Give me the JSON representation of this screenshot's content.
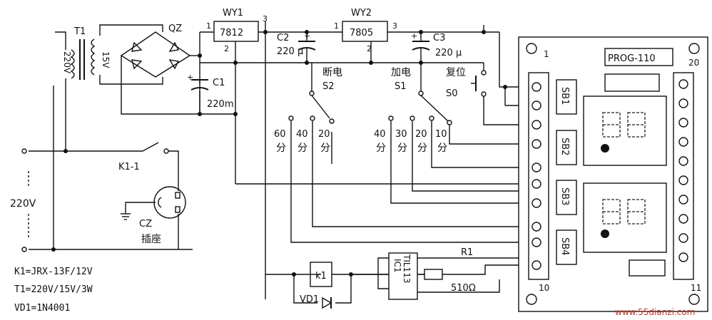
{
  "transformer": {
    "ref": "T1",
    "primary": "220V",
    "secondary": "15V"
  },
  "bridge": {
    "ref": "QZ"
  },
  "reg1": {
    "ref": "WY1",
    "part": "7812",
    "pin1": "1",
    "pin2": "2",
    "pin3": "3"
  },
  "reg2": {
    "ref": "WY2",
    "part": "7805",
    "pin1": "1",
    "pin2": "2",
    "pin3": "3"
  },
  "c1": {
    "ref": "C1",
    "value": "220m"
  },
  "c2": {
    "ref": "C2",
    "value": "220 μ"
  },
  "c3": {
    "ref": "C3",
    "value": "220 μ"
  },
  "s2": {
    "title": "断电",
    "ref": "S2",
    "opt1": "60",
    "opt2": "40",
    "opt3": "20",
    "unit": "分"
  },
  "s1": {
    "title": "加电",
    "ref": "S1",
    "opt1": "40",
    "opt2": "30",
    "opt3": "20",
    "opt4": "10",
    "unit": "分"
  },
  "s0": {
    "title": "复位",
    "ref": "S0"
  },
  "relay_contact": {
    "ref": "K1-1"
  },
  "mains": {
    "label": "220V"
  },
  "socket": {
    "ref": "CZ",
    "name": "插座"
  },
  "relay": {
    "ref": "k1"
  },
  "diode": {
    "ref": "VD1"
  },
  "optocoupler": {
    "ref": "IC1",
    "part": "TIL113"
  },
  "resistor": {
    "ref": "R1",
    "value": "510Ω"
  },
  "module": {
    "title": "PROG-110",
    "pin_1": "1",
    "pin_10": "10",
    "pin_11": "11",
    "pin_20": "20",
    "sb1": "SB1",
    "sb2": "SB2",
    "sb3": "SB3",
    "sb4": "SB4"
  },
  "notes": {
    "line1": "K1=JRX-13F/12V",
    "line2": "T1=220V/15V/3W",
    "line3": "VD1=1N4001"
  },
  "watermark": "www.55dianzi.com"
}
